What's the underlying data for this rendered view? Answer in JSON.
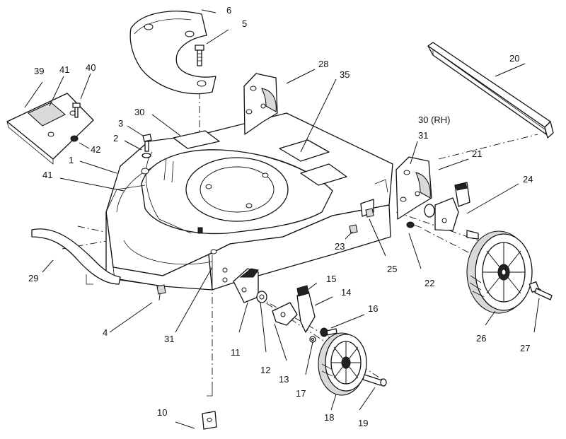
{
  "callouts": [
    {
      "id": "c1",
      "text": "1"
    },
    {
      "id": "c2",
      "text": "2"
    },
    {
      "id": "c3",
      "text": "3"
    },
    {
      "id": "c4",
      "text": "4"
    },
    {
      "id": "c5",
      "text": "5"
    },
    {
      "id": "c6",
      "text": "6"
    },
    {
      "id": "c10",
      "text": "10"
    },
    {
      "id": "c11",
      "text": "11"
    },
    {
      "id": "c12",
      "text": "12"
    },
    {
      "id": "c13",
      "text": "13"
    },
    {
      "id": "c14",
      "text": "14"
    },
    {
      "id": "c15",
      "text": "15"
    },
    {
      "id": "c16",
      "text": "16"
    },
    {
      "id": "c17",
      "text": "17"
    },
    {
      "id": "c18",
      "text": "18"
    },
    {
      "id": "c19",
      "text": "19"
    },
    {
      "id": "c20",
      "text": "20"
    },
    {
      "id": "c21",
      "text": "21"
    },
    {
      "id": "c22",
      "text": "22"
    },
    {
      "id": "c23",
      "text": "23"
    },
    {
      "id": "c24",
      "text": "24"
    },
    {
      "id": "c25",
      "text": "25"
    },
    {
      "id": "c26",
      "text": "26"
    },
    {
      "id": "c27",
      "text": "27"
    },
    {
      "id": "c28",
      "text": "28"
    },
    {
      "id": "c29",
      "text": "29"
    },
    {
      "id": "c30a",
      "text": "30"
    },
    {
      "id": "c30rh",
      "text": "30 (RH)"
    },
    {
      "id": "c31a",
      "text": "31"
    },
    {
      "id": "c31b",
      "text": "31"
    },
    {
      "id": "c35",
      "text": "35"
    },
    {
      "id": "c39",
      "text": "39"
    },
    {
      "id": "c40",
      "text": "40"
    },
    {
      "id": "c41a",
      "text": "41"
    },
    {
      "id": "c41b",
      "text": "41"
    },
    {
      "id": "c42",
      "text": "42"
    }
  ]
}
